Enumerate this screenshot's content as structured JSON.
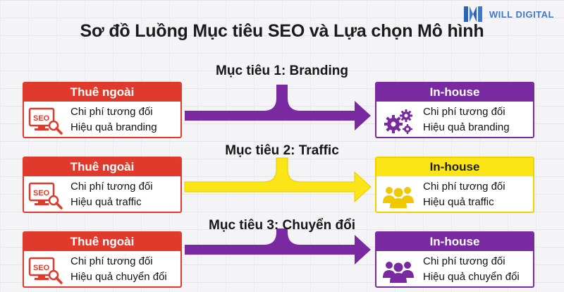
{
  "header": {
    "title": "Sơ đồ Luồng Mục tiêu SEO và Lựa chọn Mô hình",
    "brand": "WILL DIGITAL"
  },
  "colors": {
    "red": "#e03a2c",
    "purple": "#7a2aa0",
    "yellow": "#fce516"
  },
  "goals": [
    {
      "label": "Mục tiêu 1: Branding",
      "left": {
        "title": "Thuê ngoài",
        "line1": "Chi phí tương đối",
        "line2": "Hiệu quả branding",
        "icon": "seo-magnifier-icon"
      },
      "right": {
        "title": "In-house",
        "line1": "Chi phí tương đối",
        "line2": "Hiệu quả branding",
        "icon": "gears-icon",
        "style": "purple"
      }
    },
    {
      "label": "Mục tiêu 2: Traffic",
      "left": {
        "title": "Thuê ngoài",
        "line1": "Chi phí tương đối",
        "line2": "Hiệu quả traffic",
        "icon": "seo-magnifier-icon"
      },
      "right": {
        "title": "In-house",
        "line1": "Chi phí tương đối",
        "line2": "Hiệu quả traffic",
        "icon": "team-icon",
        "style": "yellow"
      }
    },
    {
      "label": "Mục tiêu 3: Chuyển đổi",
      "left": {
        "title": "Thuê ngoài",
        "line1": "Chi phí tương đối",
        "line2": "Hiệu quả chuyển đổi",
        "icon": "seo-magnifier-icon"
      },
      "right": {
        "title": "In-house",
        "line1": "Chi phí tương đối",
        "line2": "Hiệu quả chuyển đổi",
        "icon": "team-icon",
        "style": "purple"
      }
    }
  ]
}
